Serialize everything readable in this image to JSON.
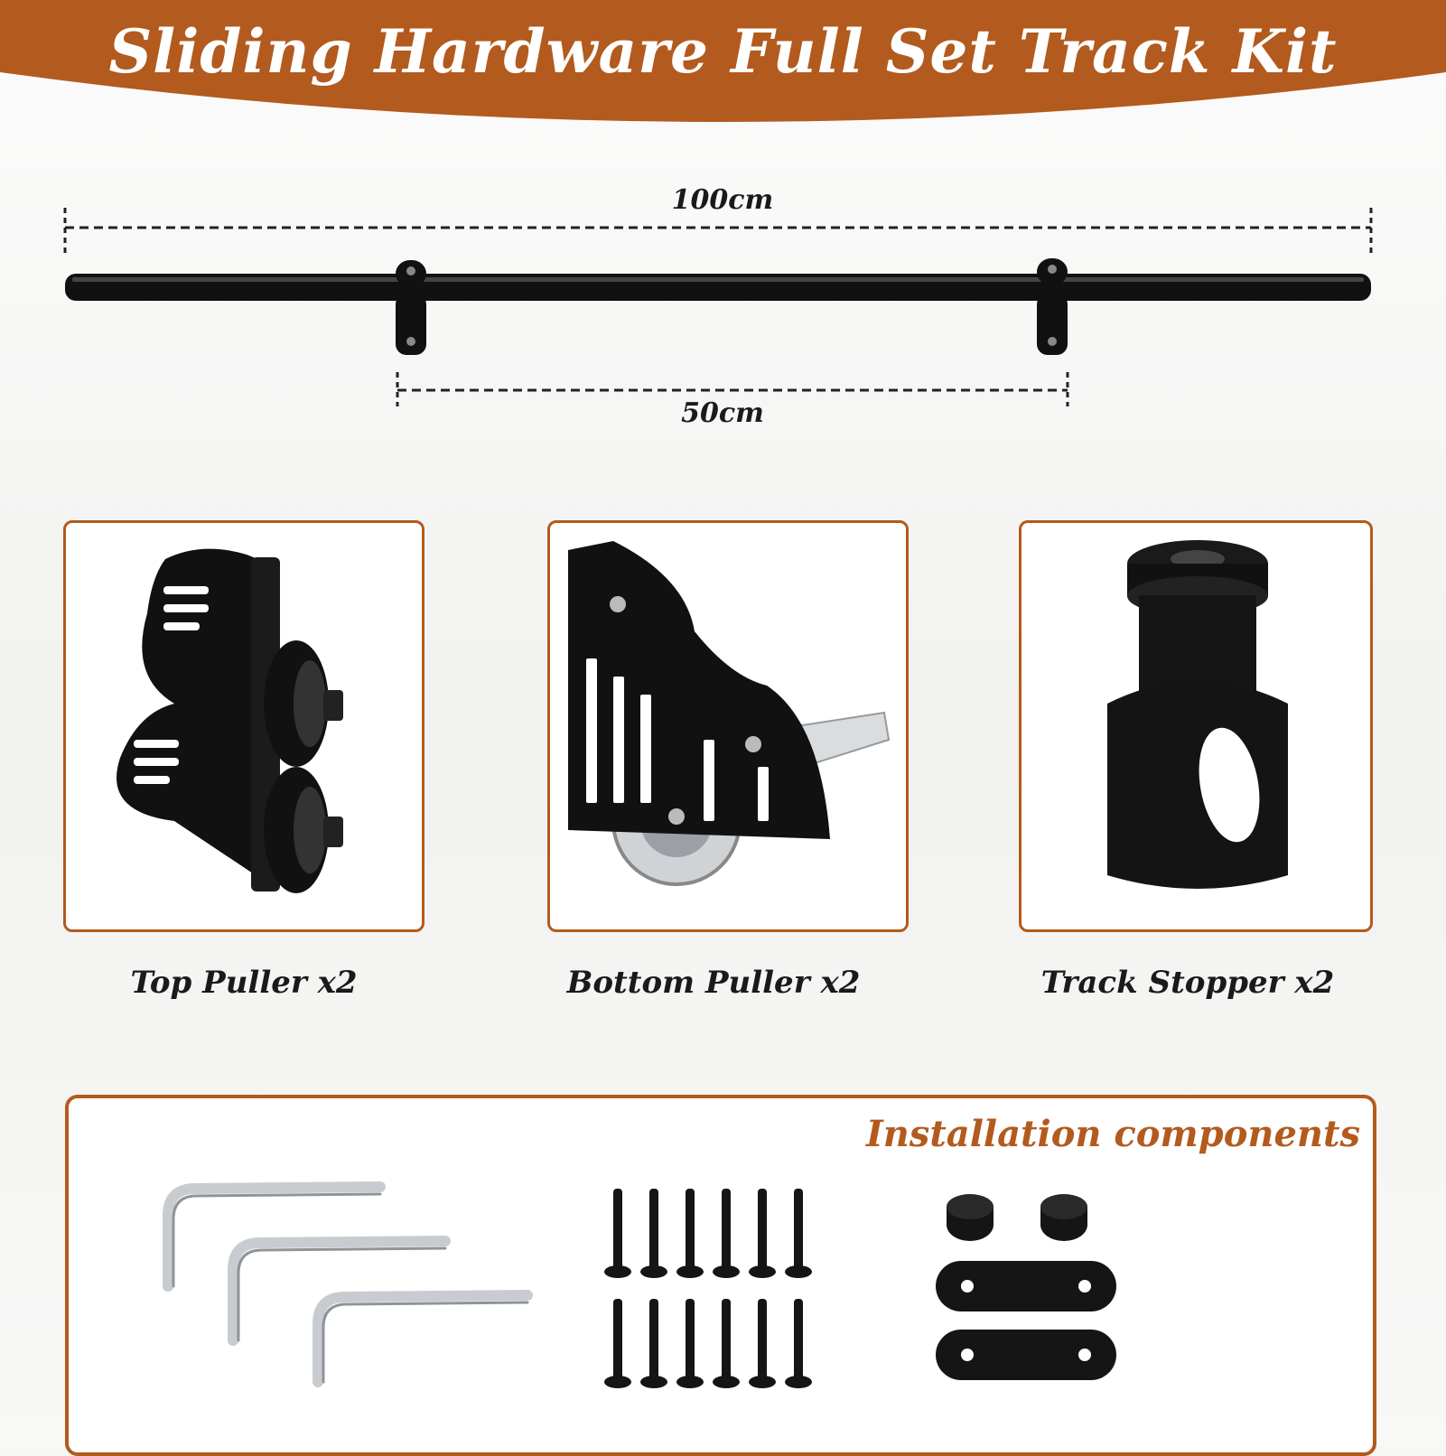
{
  "banner": {
    "title": "Sliding Hardware Full Set Track Kit",
    "color": "#b35a1e"
  },
  "track": {
    "length_label": "100cm",
    "bracket_spacing_label": "50cm",
    "color": "#111111"
  },
  "parts": [
    {
      "label": "Top Puller x2",
      "icon": "top-puller-icon"
    },
    {
      "label": "Bottom Puller x2",
      "icon": "bottom-puller-icon"
    },
    {
      "label": "Track Stopper x2",
      "icon": "track-stopper-icon"
    }
  ],
  "installation": {
    "title": "Installation components",
    "items": [
      "hex-key-icon",
      "screw-icon",
      "end-cap-icon",
      "connector-plate-icon"
    ]
  },
  "accent_color": "#b35a1e"
}
